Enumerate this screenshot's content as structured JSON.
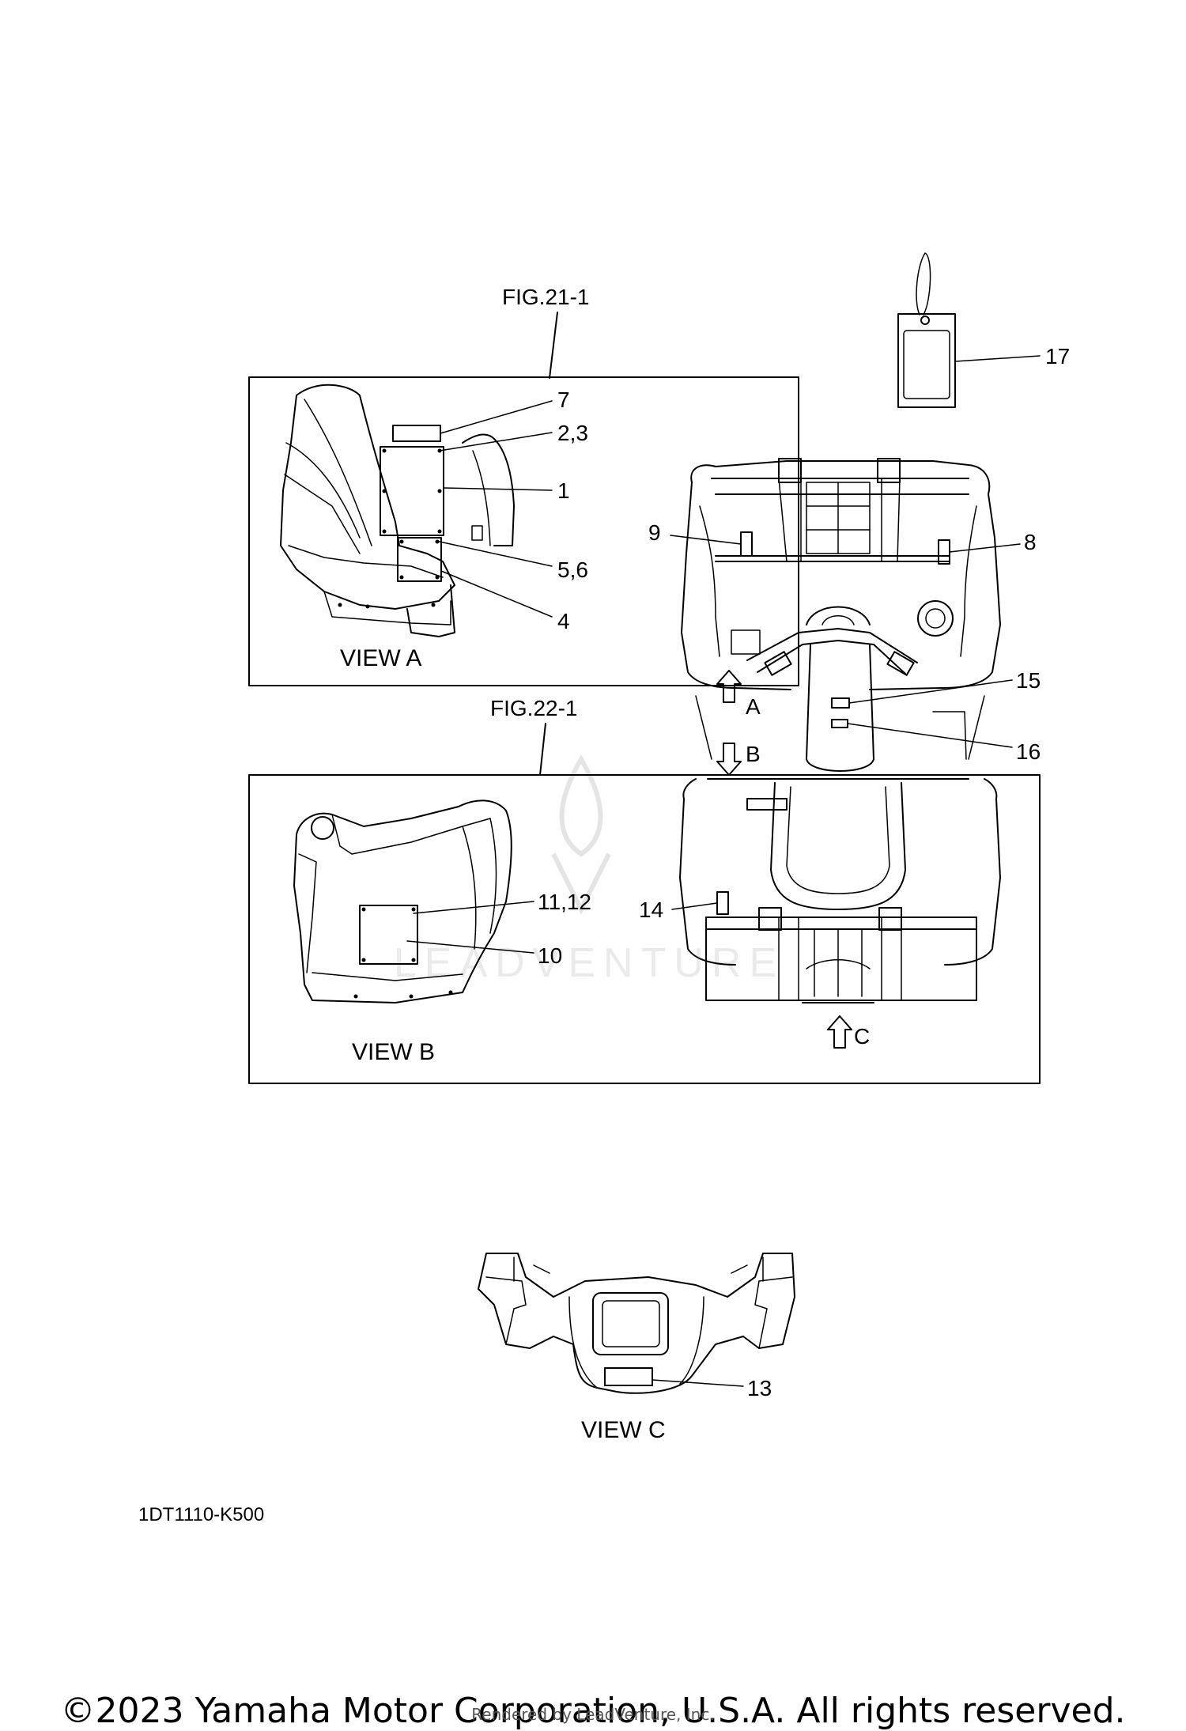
{
  "figures": {
    "fig21": "FIG.21-1",
    "fig22": "FIG.22-1"
  },
  "views": {
    "view_a": "VIEW A",
    "view_b": "VIEW B",
    "view_c": "VIEW C"
  },
  "arrows": {
    "a": "A",
    "b": "B",
    "c": "C"
  },
  "callouts": {
    "c1": "1",
    "c23": "2,3",
    "c4": "4",
    "c56": "5,6",
    "c7": "7",
    "c8": "8",
    "c9": "9",
    "c10": "10",
    "c1112": "11,12",
    "c13": "13",
    "c14": "14",
    "c15": "15",
    "c16": "16",
    "c17": "17"
  },
  "part_code": "1DT1110-K500",
  "footer": {
    "copyright": "©2023 Yamaha Motor Corporation, U.S.A. All rights reserved.",
    "rendered_by": "Rendered by LeadVenture, Inc."
  },
  "watermark": "LEADVENTURE"
}
